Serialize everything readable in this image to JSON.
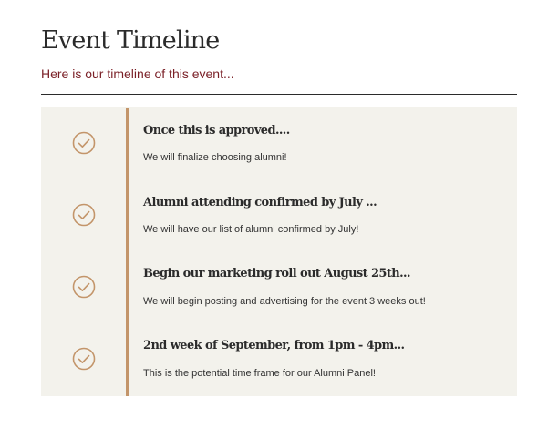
{
  "header": {
    "title": "Event Timeline",
    "subtitle": "Here is our timeline of this event..."
  },
  "colors": {
    "accent": "#c3956a",
    "subtitle": "#7a1f26",
    "panel_background": "#f3f2ec",
    "text": "#2b2b2b"
  },
  "timeline": {
    "icon": "check-circle-icon",
    "items": [
      {
        "title": "Once this is approved....",
        "description": "We will finalize choosing alumni!"
      },
      {
        "title": "Alumni attending confirmed by July ...",
        "description": "We will have our list of alumni confirmed by July!"
      },
      {
        "title": "Begin our marketing roll out August 25th...",
        "description": "We will begin posting and advertising for the event 3 weeks out!"
      },
      {
        "title": "2nd week of September, from 1pm - 4pm...",
        "description": "This is the potential time frame for our Alumni Panel!"
      }
    ]
  }
}
